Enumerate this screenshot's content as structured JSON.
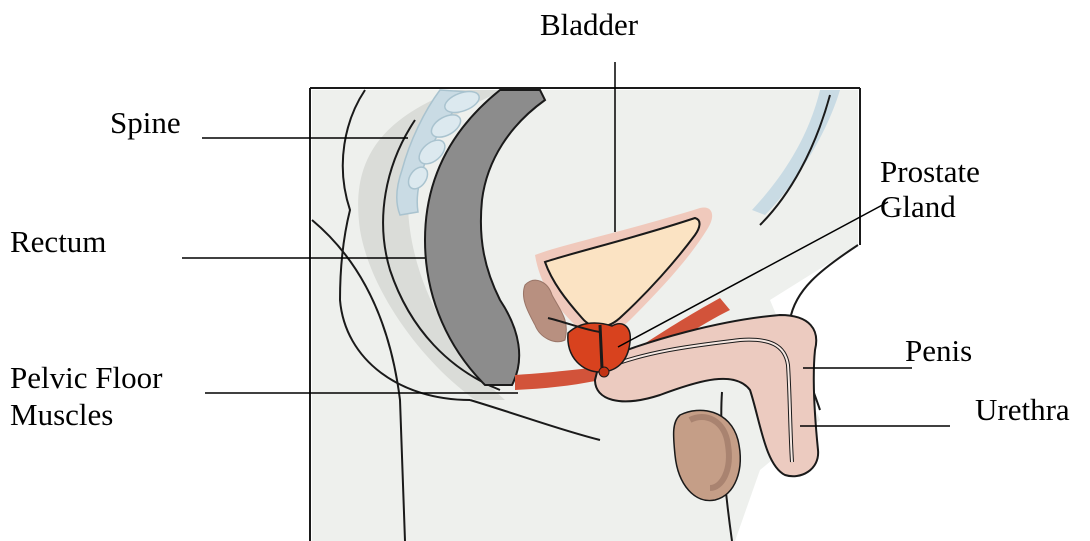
{
  "labels": {
    "bladder": "Bladder",
    "spine": "Spine",
    "prostate_line1": "Prostate",
    "prostate_line2": "Gland",
    "rectum": "Rectum",
    "penis": "Penis",
    "pelvic_line1": "Pelvic Floor",
    "pelvic_line2": "Muscles",
    "urethra": "Urethra"
  },
  "colors": {
    "background": "#ffffff",
    "body_fill": "#eef0ed",
    "body_shadow": "#dadcd8",
    "outline": "#1a1a1a",
    "spine": "#c9dbe4",
    "rectum": "#8c8c8c",
    "bladder": "#fbe3c3",
    "bladder_wall": "#f0c9bc",
    "prostate": "#d8421e",
    "pelvic_floor": "#d2533a",
    "penis": "#eccbc0",
    "testis": "#c59e87",
    "leader": "#000000"
  }
}
